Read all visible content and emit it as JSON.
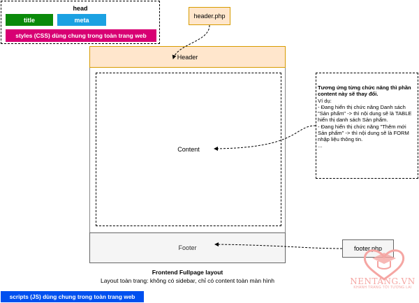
{
  "head": {
    "title": "head",
    "title_chip": "title",
    "meta_chip": "meta",
    "styles_chip": "styles (CSS) dùng chung trong toàn trang web"
  },
  "nodes": {
    "header_php": "header.php",
    "footer_php": "footer.php"
  },
  "layout": {
    "header": "Header",
    "content": "Content",
    "footer": "Footer"
  },
  "note": {
    "heading": "Tương ứng từng chức năng thì phần content này sẽ thay đổi.",
    "example_label": "Ví dụ:",
    "line1": "- Đang hiển thị chức năng Danh sách \"Sản phẩm\" -> thì nội dung sẽ là TABLE hiển thị danh sách Sản phẩm.",
    "line2": "- Đang hiển thị chức năng \"Thêm mới Sản phẩm\" -> thì nội dung sẽ là FORM nhập liệu thông tin.",
    "ellipsis": "..."
  },
  "caption": {
    "title": "Frontend Fullpage layout",
    "subtitle": "Layout toàn trang: không có sidebar, chỉ có content toàn màn hình"
  },
  "scripts_chip": "scripts (JS) dùng chung trong toàn trang web",
  "watermark": {
    "name": "NENTANG.VN",
    "tagline": "KHANH TRANG TỚI TƯƠNG LAI"
  },
  "colors": {
    "title_chip": "#0a8a0a",
    "meta_chip": "#1ba1e2",
    "styles_chip": "#d80073",
    "scripts_chip": "#0050ef",
    "header_fill": "#ffe6cc",
    "header_stroke": "#d79b00",
    "footer_fill": "#f5f5f5",
    "watermark": "#f5a6a3"
  }
}
